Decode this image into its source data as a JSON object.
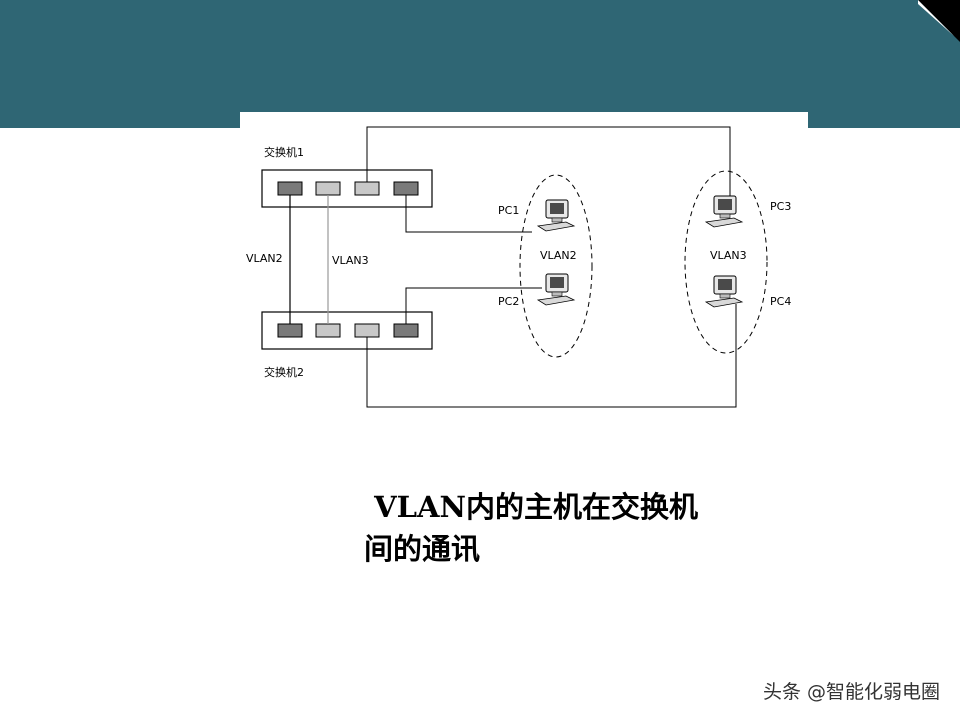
{
  "colors": {
    "header": "#2f6674",
    "port_dark": "#7a7a7a",
    "port_light": "#c8c8c8"
  },
  "diagram": {
    "switch1_label": "交换机1",
    "switch2_label": "交换机2",
    "vlan2_label": "VLAN2",
    "vlan3_label": "VLAN3",
    "group_left_label": "VLAN2",
    "group_right_label": "VLAN3",
    "pc1_label": "PC1",
    "pc2_label": "PC2",
    "pc3_label": "PC3",
    "pc4_label": "PC4",
    "icons": [
      "computer-icon"
    ]
  },
  "caption": {
    "line1": " VLAN内的主机在交换机",
    "line2": "间的通讯"
  },
  "watermark": "头条 @智能化弱电圈"
}
